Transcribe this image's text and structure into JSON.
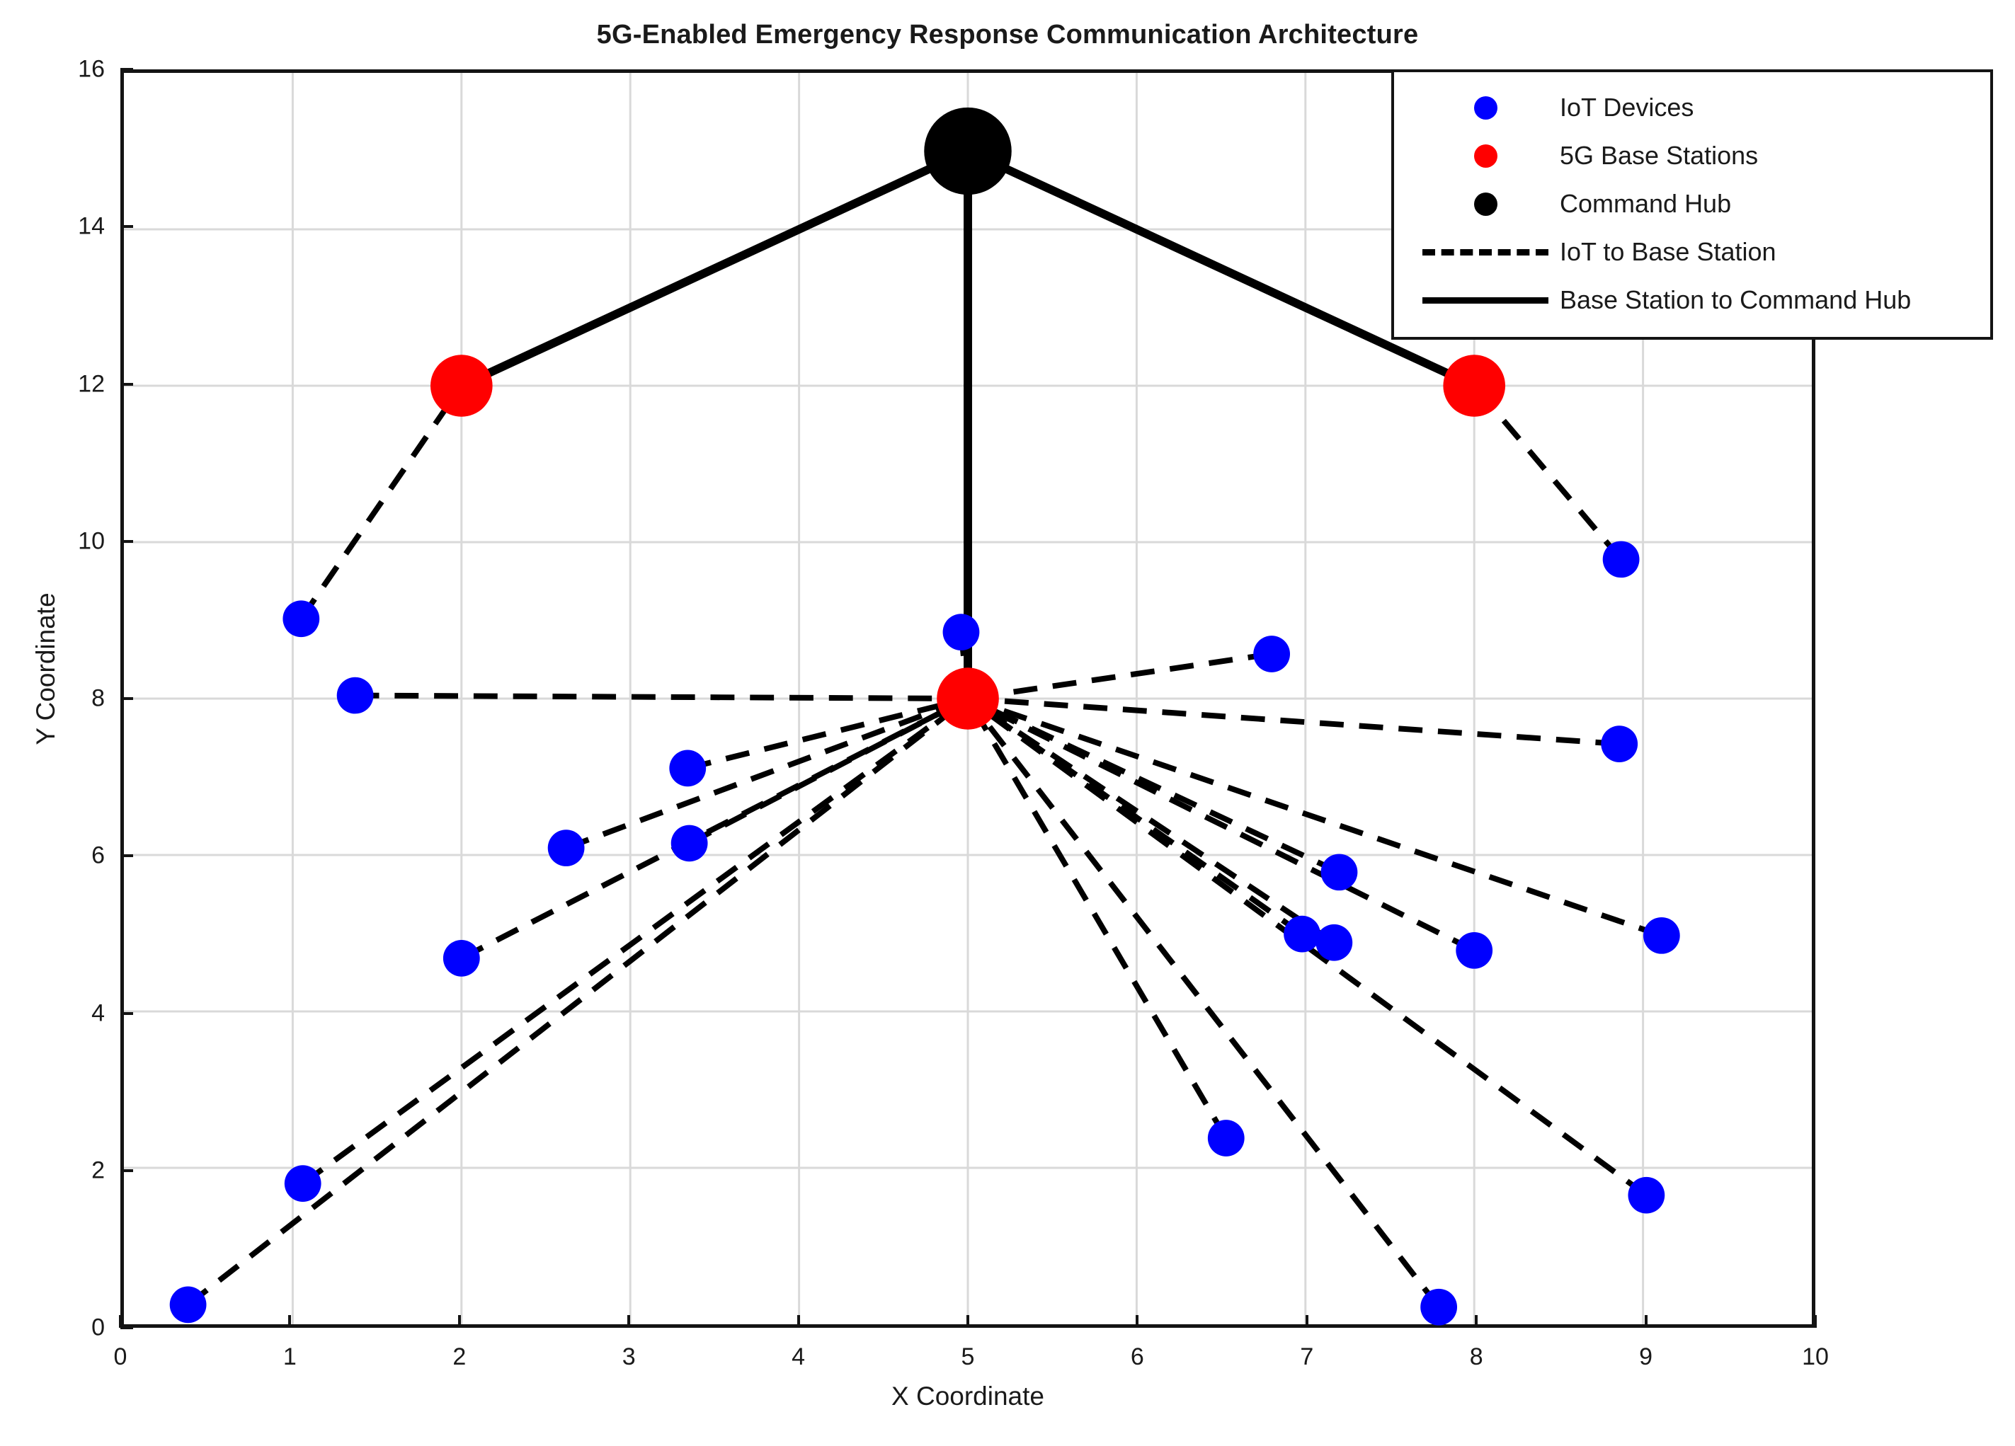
{
  "chart_data": {
    "type": "scatter",
    "title": "5G-Enabled Emergency Response Communication Architecture",
    "xlabel": "X Coordinate",
    "ylabel": "Y Coordinate",
    "xlim": [
      0,
      10
    ],
    "ylim": [
      0,
      16
    ],
    "xticks": [
      0,
      1,
      2,
      3,
      4,
      5,
      6,
      7,
      8,
      9,
      10
    ],
    "yticks": [
      0,
      2,
      4,
      6,
      8,
      10,
      12,
      14,
      16
    ],
    "grid": true,
    "legend_position": "upper right",
    "colors": {
      "iot_devices": "#0000FF",
      "base_stations": "#FF0000",
      "command_hub": "#000000",
      "edges": "#000000",
      "gridlines": "#D9D9D9",
      "axes": "#141414"
    },
    "legend": [
      {
        "label": "IoT Devices",
        "glyph": "dot",
        "color": "#0000FF"
      },
      {
        "label": "5G Base Stations",
        "glyph": "dot",
        "color": "#FF0000"
      },
      {
        "label": "Command Hub",
        "glyph": "dot",
        "color": "#000000"
      },
      {
        "label": "IoT to Base Station",
        "glyph": "dashed-line",
        "color": "#000000"
      },
      {
        "label": "Base Station to Command Hub",
        "glyph": "solid-line",
        "color": "#000000"
      }
    ],
    "series": [
      {
        "name": "IoT Devices",
        "marker": "circle",
        "marker_size": 26,
        "color": "#0000FF",
        "points": [
          {
            "x": 1.05,
            "y": 9.02
          },
          {
            "x": 1.37,
            "y": 8.04
          },
          {
            "x": 3.34,
            "y": 7.11
          },
          {
            "x": 2.62,
            "y": 6.09
          },
          {
            "x": 3.35,
            "y": 6.15
          },
          {
            "x": 2.0,
            "y": 4.68
          },
          {
            "x": 1.06,
            "y": 1.8
          },
          {
            "x": 0.38,
            "y": 0.25
          },
          {
            "x": 4.96,
            "y": 8.85
          },
          {
            "x": 6.8,
            "y": 8.57
          },
          {
            "x": 8.87,
            "y": 9.78
          },
          {
            "x": 8.86,
            "y": 7.42
          },
          {
            "x": 7.2,
            "y": 5.78
          },
          {
            "x": 6.98,
            "y": 4.99
          },
          {
            "x": 7.17,
            "y": 4.88
          },
          {
            "x": 8.0,
            "y": 4.78
          },
          {
            "x": 9.11,
            "y": 4.97
          },
          {
            "x": 6.53,
            "y": 2.38
          },
          {
            "x": 9.02,
            "y": 1.65
          },
          {
            "x": 7.79,
            "y": 0.22
          }
        ]
      },
      {
        "name": "5G Base Stations",
        "marker": "circle",
        "marker_size": 44,
        "color": "#FF0000",
        "points": [
          {
            "x": 2.0,
            "y": 12.0
          },
          {
            "x": 5.0,
            "y": 8.0
          },
          {
            "x": 8.0,
            "y": 12.0
          }
        ]
      },
      {
        "name": "Command Hub",
        "marker": "circle",
        "marker_size": 62,
        "color": "#000000",
        "points": [
          {
            "x": 5.0,
            "y": 15.0
          }
        ]
      }
    ],
    "edges_iot_to_base": [
      {
        "x1": 1.05,
        "y1": 9.02,
        "x2": 2.0,
        "y2": 12.0
      },
      {
        "x1": 1.37,
        "y1": 8.04,
        "x2": 5.0,
        "y2": 8.0
      },
      {
        "x1": 3.34,
        "y1": 7.11,
        "x2": 5.0,
        "y2": 8.0
      },
      {
        "x1": 2.62,
        "y1": 6.09,
        "x2": 5.0,
        "y2": 8.0
      },
      {
        "x1": 3.35,
        "y1": 6.15,
        "x2": 5.0,
        "y2": 8.0
      },
      {
        "x1": 2.0,
        "y1": 4.68,
        "x2": 5.0,
        "y2": 8.0
      },
      {
        "x1": 1.06,
        "y1": 1.8,
        "x2": 5.0,
        "y2": 8.0
      },
      {
        "x1": 0.38,
        "y1": 0.25,
        "x2": 5.0,
        "y2": 8.0
      },
      {
        "x1": 4.96,
        "y1": 8.85,
        "x2": 5.0,
        "y2": 8.0
      },
      {
        "x1": 6.8,
        "y1": 8.57,
        "x2": 5.0,
        "y2": 8.0
      },
      {
        "x1": 8.87,
        "y1": 9.78,
        "x2": 8.0,
        "y2": 12.0
      },
      {
        "x1": 8.86,
        "y1": 7.42,
        "x2": 5.0,
        "y2": 8.0
      },
      {
        "x1": 7.2,
        "y1": 5.78,
        "x2": 5.0,
        "y2": 8.0
      },
      {
        "x1": 6.98,
        "y1": 4.99,
        "x2": 5.0,
        "y2": 8.0
      },
      {
        "x1": 7.17,
        "y1": 4.88,
        "x2": 5.0,
        "y2": 8.0
      },
      {
        "x1": 8.0,
        "y1": 4.78,
        "x2": 5.0,
        "y2": 8.0
      },
      {
        "x1": 9.11,
        "y1": 4.97,
        "x2": 5.0,
        "y2": 8.0
      },
      {
        "x1": 6.53,
        "y1": 2.38,
        "x2": 5.0,
        "y2": 8.0
      },
      {
        "x1": 9.02,
        "y1": 1.65,
        "x2": 5.0,
        "y2": 8.0
      },
      {
        "x1": 7.79,
        "y1": 0.22,
        "x2": 5.0,
        "y2": 8.0
      }
    ],
    "edges_base_to_hub": [
      {
        "x1": 2.0,
        "y1": 12.0,
        "x2": 5.0,
        "y2": 15.0
      },
      {
        "x1": 5.0,
        "y1": 8.0,
        "x2": 5.0,
        "y2": 15.0
      },
      {
        "x1": 8.0,
        "y1": 12.0,
        "x2": 5.0,
        "y2": 15.0
      }
    ]
  }
}
